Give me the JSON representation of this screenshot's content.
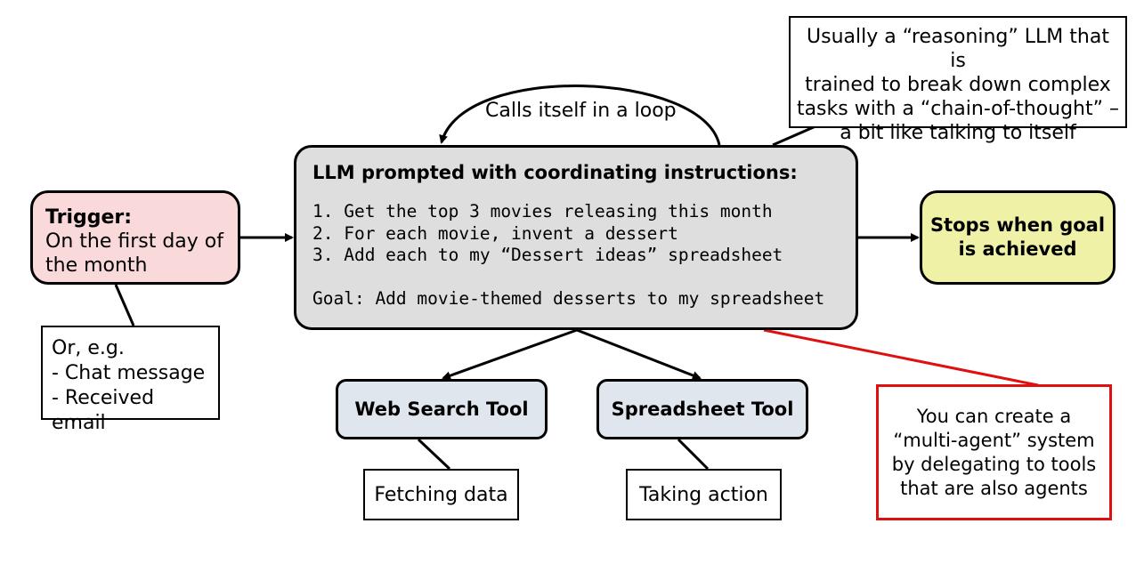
{
  "trigger": {
    "title": "Trigger:",
    "line1": "On the first day of",
    "line2": "the month"
  },
  "alternatives": {
    "line1": "Or, e.g.",
    "line2": "- Chat message",
    "line3": "- Received email"
  },
  "loop_label": "Calls itself in a loop",
  "main": {
    "title": "LLM prompted with coordinating instructions:",
    "steps": [
      "1. Get the top 3 movies releasing this month",
      "2. For each movie, invent a dessert",
      "3. Add each to my “Dessert ideas” spreadsheet"
    ],
    "goal": "Goal: Add movie-themed desserts to my spreadsheet"
  },
  "reasoning_note": {
    "line1": "Usually a “reasoning” LLM that is",
    "line2": "trained to break down complex",
    "line3": "tasks with a “chain-of-thought” –",
    "line4": "a bit like talking to itself"
  },
  "stops": {
    "line1": "Stops when goal",
    "line2": "is achieved"
  },
  "tools": {
    "web_search": "Web Search Tool",
    "spreadsheet": "Spreadsheet Tool",
    "fetching": "Fetching data",
    "taking_action": "Taking action"
  },
  "multi_agent_note": {
    "line1": "You can create a",
    "line2": "“multi-agent” system",
    "line3": "by delegating to tools",
    "line4": "that are also agents"
  },
  "colors": {
    "trigger_fill": "#f9d9d9",
    "main_fill": "#dedede",
    "stops_fill": "#eff2a6",
    "tool_fill": "#e0e6ee",
    "highlight_border": "#e01010"
  }
}
